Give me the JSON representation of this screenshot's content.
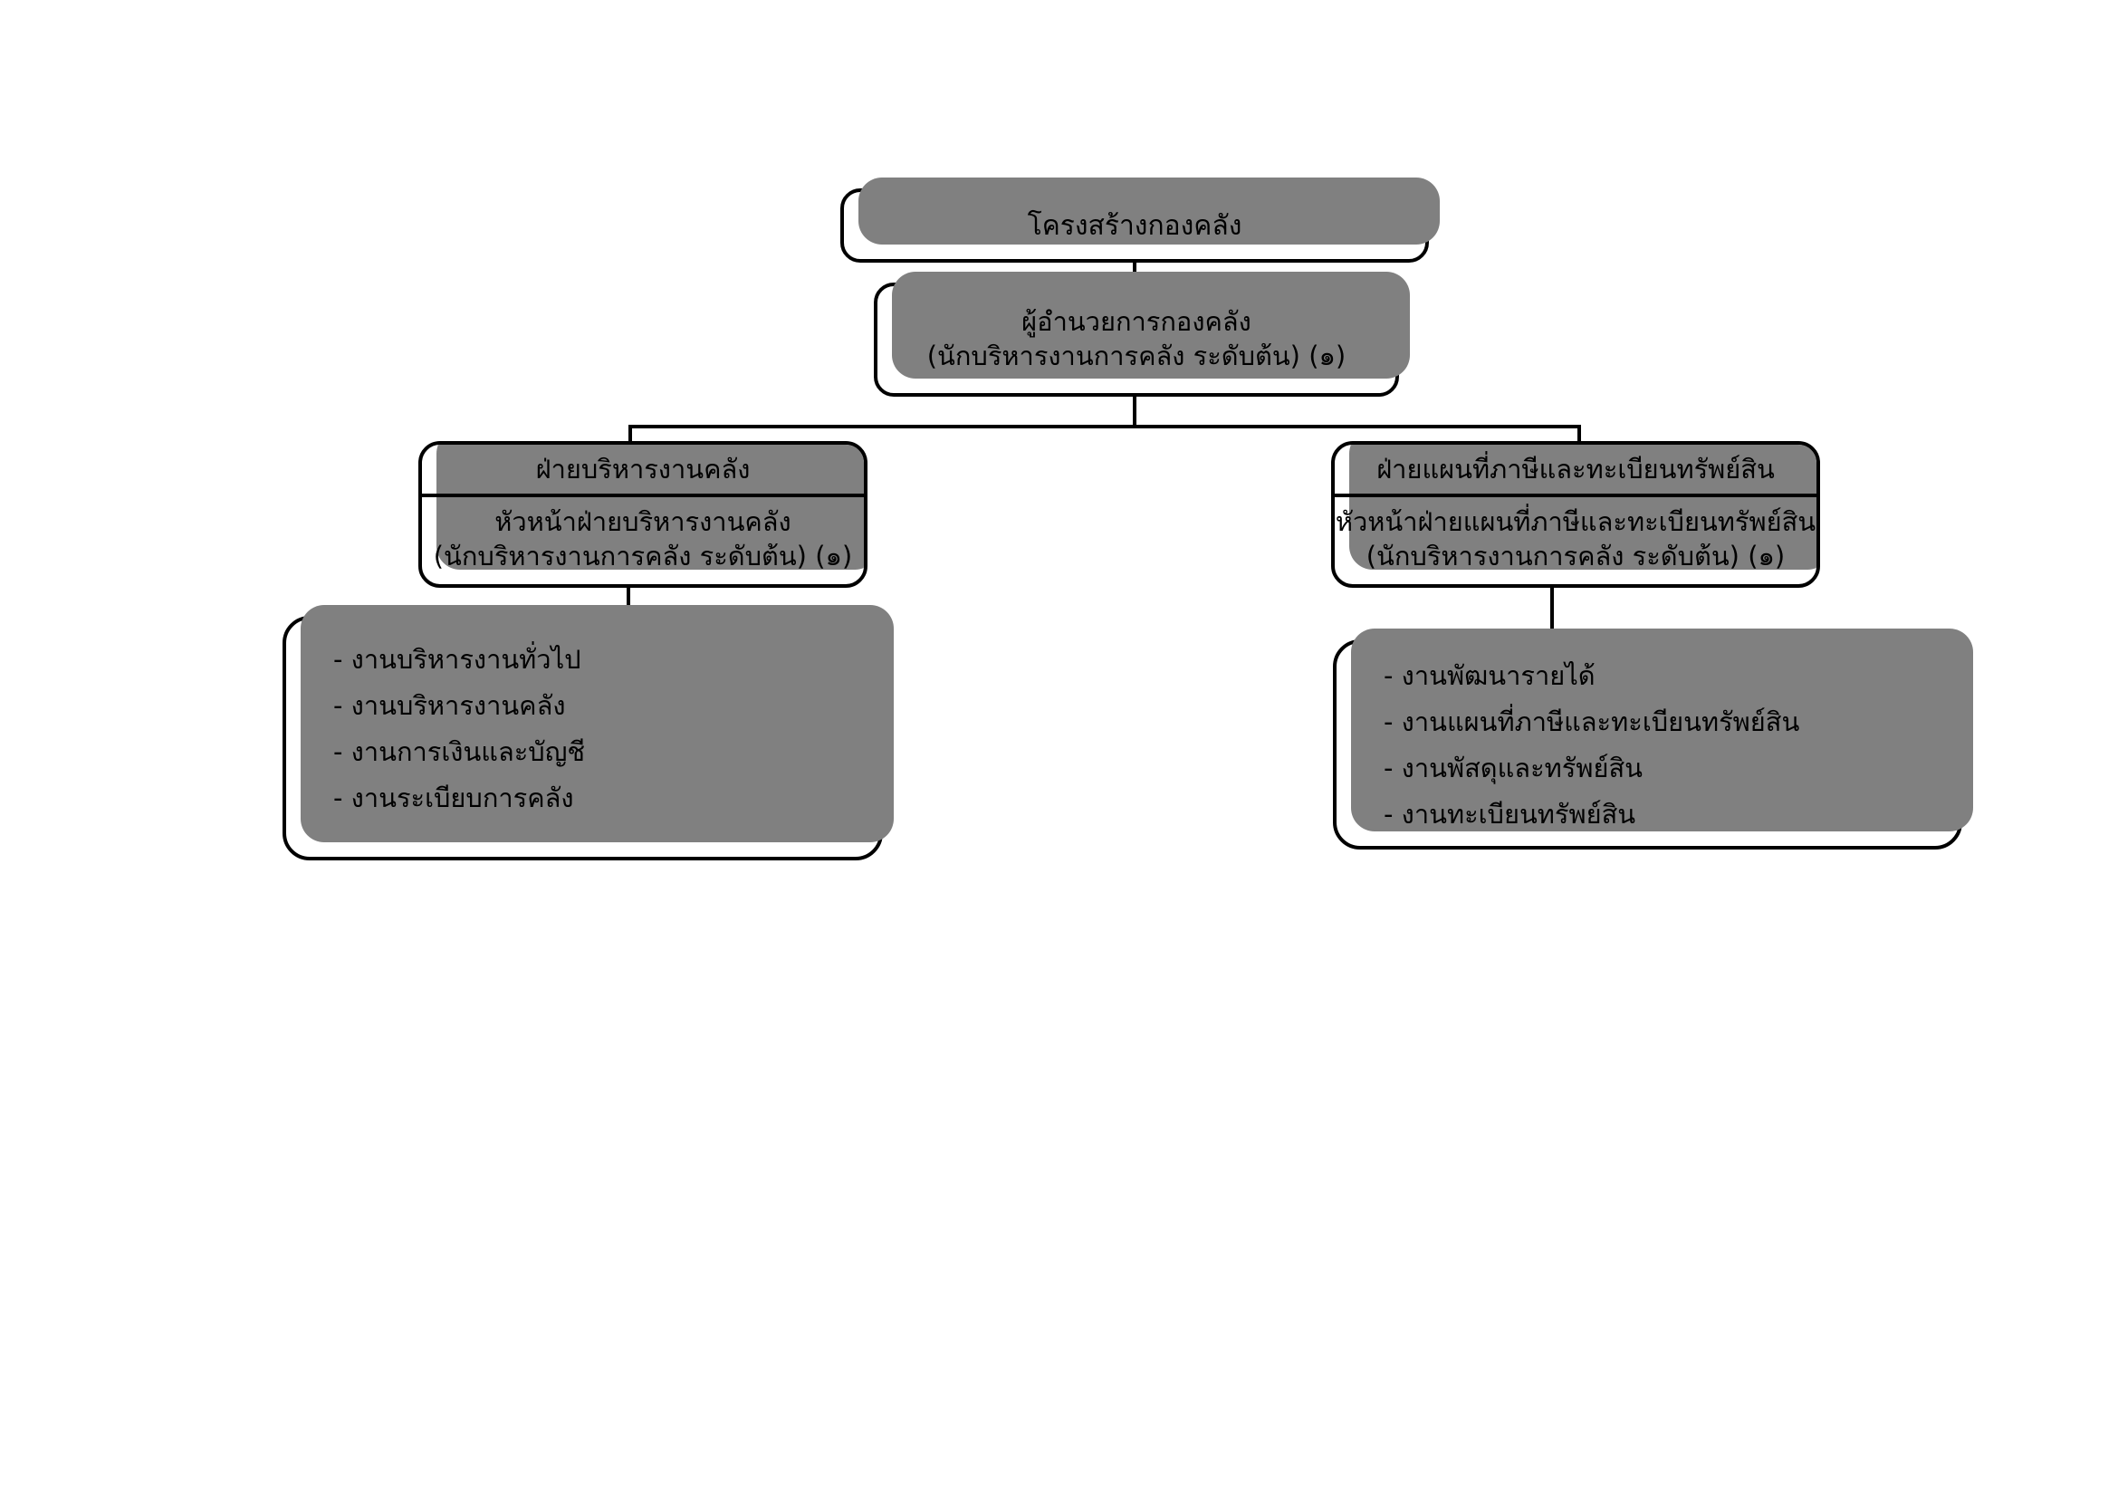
{
  "chart_data": {
    "type": "diagram",
    "diagram_kind": "organizational-chart",
    "title": "โครงสร้างกองคลัง",
    "nodes": [
      {
        "id": "title",
        "label": "โครงสร้างกองคลัง",
        "level": 0
      },
      {
        "id": "director",
        "label": "ผู้อำนวยการกองคลัง",
        "sublabel": "(นักบริหารงานการคลัง ระดับต้น) (๑)",
        "level": 1
      },
      {
        "id": "dept-left",
        "header": "ฝ่ายบริหารงานคลัง",
        "label": "หัวหน้าฝ่ายบริหารงานคลัง",
        "sublabel": "(นักบริหารงานการคลัง ระดับต้น) (๑)",
        "level": 2
      },
      {
        "id": "dept-right",
        "header": "ฝ่ายแผนที่ภาษีและทะเบียนทรัพย์สิน",
        "label": "หัวหน้าฝ่ายแผนที่ภาษีและทะเบียนทรัพย์สิน",
        "sublabel": "(นักบริหารงานการคลัง ระดับต้น) (๑)",
        "level": 2
      },
      {
        "id": "tasks-left",
        "items": [
          "- งานบริหารงานทั่วไป",
          "- งานบริหารงานคลัง",
          "- งานการเงินและบัญชี",
          "- งานระเบียบการคลัง"
        ],
        "level": 3
      },
      {
        "id": "tasks-right",
        "items": [
          "- งานพัฒนารายได้",
          "- งานแผนที่ภาษีและทะเบียนทรัพย์สิน",
          "- งานพัสดุและทรัพย์สิน",
          "- งานทะเบียนทรัพย์สิน"
        ],
        "level": 3
      }
    ],
    "edges": [
      {
        "from": "title",
        "to": "director"
      },
      {
        "from": "director",
        "to": "dept-left"
      },
      {
        "from": "director",
        "to": "dept-right"
      },
      {
        "from": "dept-left",
        "to": "tasks-left"
      },
      {
        "from": "dept-right",
        "to": "tasks-right"
      }
    ],
    "colors": {
      "border": "#000000",
      "fill": "#ffffff",
      "shadow": "#808080",
      "text": "#000000"
    }
  },
  "title_box": {
    "label": "โครงสร้างกองคลัง"
  },
  "director_box": {
    "line1": "ผู้อำนวยการกองคลัง",
    "line2": "(นักบริหารงานการคลัง ระดับต้น) (๑)"
  },
  "dept_left": {
    "header": "ฝ่ายบริหารงานคลัง",
    "line1": "หัวหน้าฝ่ายบริหารงานคลัง",
    "line2": "(นักบริหารงานการคลัง ระดับต้น) (๑)"
  },
  "dept_right": {
    "header": "ฝ่ายแผนที่ภาษีและทะเบียนทรัพย์สิน",
    "line1": "หัวหน้าฝ่ายแผนที่ภาษีและทะเบียนทรัพย์สิน",
    "line2": "(นักบริหารงานการคลัง ระดับต้น) (๑)"
  },
  "tasks_left": {
    "items": [
      "- งานบริหารงานทั่วไป",
      "- งานบริหารงานคลัง",
      "- งานการเงินและบัญชี",
      "- งานระเบียบการคลัง"
    ]
  },
  "tasks_right": {
    "items": [
      "- งานพัฒนารายได้",
      "- งานแผนที่ภาษีและทะเบียนทรัพย์สิน",
      "- งานพัสดุและทรัพย์สิน",
      "- งานทะเบียนทรัพย์สิน"
    ]
  }
}
